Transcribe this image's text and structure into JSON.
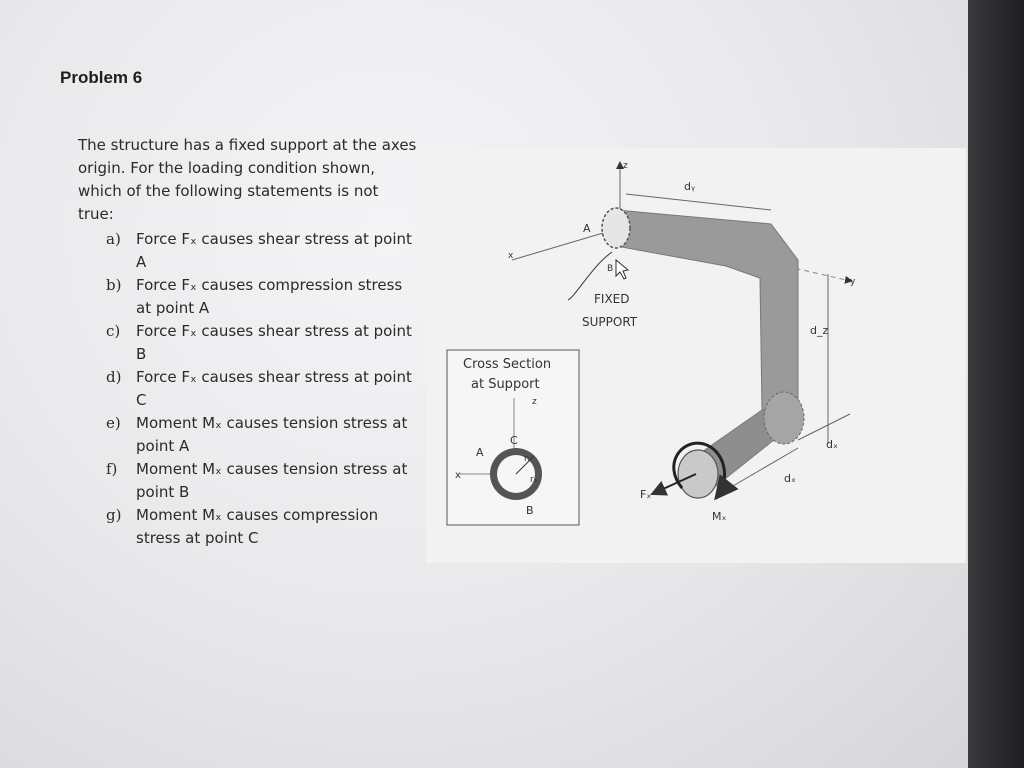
{
  "title": "Problem 6",
  "intro": "The structure has a fixed support at the axes origin. For the loading condition shown, which of the following statements is not true:",
  "options": [
    {
      "letter": "a)",
      "text": "Force Fₓ causes shear stress at point A"
    },
    {
      "letter": "b)",
      "text": "Force Fₓ causes compression stress at point A"
    },
    {
      "letter": "c)",
      "text": "Force Fₓ causes shear stress at point B"
    },
    {
      "letter": "d)",
      "text": "Force Fₓ causes shear stress at point C"
    },
    {
      "letter": "e)",
      "text": "Moment Mₓ causes tension stress at point A"
    },
    {
      "letter": "f)",
      "text": "Moment Mₓ causes tension stress at point B"
    },
    {
      "letter": "g)",
      "text": "Moment Mₓ causes compression stress at point C"
    }
  ],
  "figure": {
    "axis_z": "z",
    "axis_x": "x",
    "axis_y": "y",
    "label_dy": "dᵧ",
    "label_dz": "d_z",
    "label_dx_upper": "dₓ",
    "label_dx_lower": "dₓ",
    "label_A": "A",
    "label_B": "B",
    "fixed_support_line1": "FIXED",
    "fixed_support_line2": "SUPPORT",
    "force_label": "Fₓ",
    "moment_label": "Mₓ",
    "cross_section": {
      "title_line1": "Cross Section",
      "title_line2": "at Support",
      "axis_z": "z",
      "axis_x": "x",
      "label_A": "A",
      "label_B": "B",
      "label_C": "C",
      "label_ri": "rᵢ",
      "label_ro": "rₒ"
    }
  }
}
